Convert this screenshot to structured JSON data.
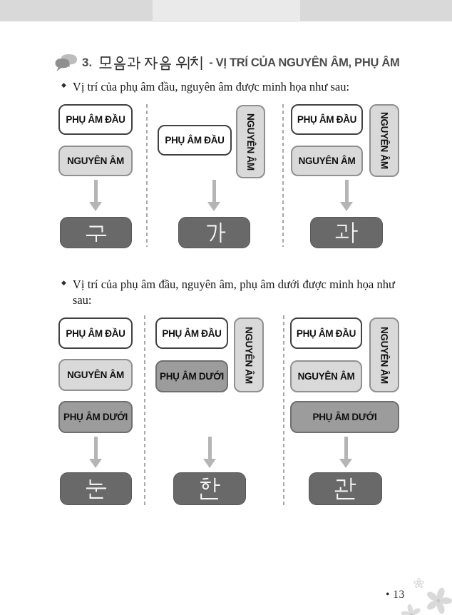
{
  "header": {
    "section_number": "3.",
    "korean_title": "모음과 자음 위치",
    "vietnamese_title": "- VỊ TRÍ CỦA NGUYÊN ÂM, PHỤ ÂM"
  },
  "bullets": {
    "marker": "◆",
    "first": "Vị trí của phụ âm đầu, nguyên âm được minh họa như sau:",
    "second": "Vị trí của phụ âm đầu, nguyên âm, phụ âm dưới được minh họa như sau:"
  },
  "labels": {
    "initial_consonant": "PHỤ ÂM ĐẦU",
    "vowel": "NGUYÊN ÂM",
    "final_consonant": "PHỤ ÂM DƯỚI"
  },
  "syllables": {
    "gu": "구",
    "ga": "가",
    "gwa": "과",
    "nun": "눈",
    "han": "한",
    "gwan": "관"
  },
  "diagrams": {
    "row1": [
      {
        "layout": "vowel-below-initial",
        "boxes": [
          "PHỤ ÂM ĐẦU",
          "NGUYÊN ÂM"
        ],
        "result": "구"
      },
      {
        "layout": "vowel-right-of-initial",
        "boxes": [
          "PHỤ ÂM ĐẦU",
          "NGUYÊN ÂM"
        ],
        "result": "가"
      },
      {
        "layout": "vowel-below-and-right",
        "boxes": [
          "PHỤ ÂM ĐẦU",
          "NGUYÊN ÂM",
          "NGUYÊN ÂM"
        ],
        "result": "과"
      }
    ],
    "row2": [
      {
        "layout": "vowel-below-final-bottom",
        "boxes": [
          "PHỤ ÂM ĐẦU",
          "NGUYÊN ÂM",
          "PHỤ ÂM DƯỚI"
        ],
        "result": "눈"
      },
      {
        "layout": "vowel-right-final-bottom",
        "boxes": [
          "PHỤ ÂM ĐẦU",
          "PHỤ ÂM DƯỚI",
          "NGUYÊN ÂM"
        ],
        "result": "한"
      },
      {
        "layout": "vowel-below-and-right-final-bottom",
        "boxes": [
          "PHỤ ÂM ĐẦU",
          "NGUYÊN ÂM",
          "NGUYÊN ÂM",
          "PHỤ ÂM DƯỚI"
        ],
        "result": "관"
      }
    ]
  },
  "footer": {
    "page_number": "• 13"
  },
  "icons": {
    "heading": "speech-bubbles-icon",
    "bullet": "diamond-bullet",
    "footer_decoration": "cherry-blossom-flowers"
  },
  "colors": {
    "top_bar_outer": "#d9d9d9",
    "top_bar_middle": "#eaeaea",
    "box_white_bg": "#ffffff",
    "box_white_border": "#414141",
    "box_light_bg": "#d9d9d9",
    "box_light_border": "#909090",
    "box_medium_bg": "#9c9c9c",
    "box_medium_border": "#6f6f6f",
    "result_box_bg": "#696969",
    "result_text": "#ffffff",
    "arrow": "#b5b5b5",
    "divider_dash": "#a8a8a8",
    "heading_accent": "#4c4c4c"
  }
}
